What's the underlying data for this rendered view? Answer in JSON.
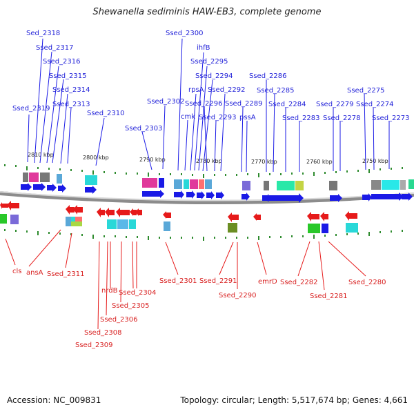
{
  "header": {
    "title": "Shewanella sediminis HAW-EB3, complete genome"
  },
  "footer": {
    "accession": "Accession: NC_009831",
    "summary": "Topology: circular; Length: 5,517,674 bp; Genes: 4,661"
  },
  "ruler": [
    {
      "label": "2810 kbp"
    },
    {
      "label": "2800 kbp"
    },
    {
      "label": "2790 kbp"
    },
    {
      "label": "2780 kbp"
    },
    {
      "label": "2770 kbp"
    },
    {
      "label": "2760 kbp"
    },
    {
      "label": "2750 kbp"
    }
  ],
  "upper_labels": [
    "Sed_2318",
    "Ssed_2317",
    "Ssed_2316",
    "Ssed_2315",
    "Ssed_2314",
    "Ssed_2313",
    "Ssed_2319",
    "Ssed_2310",
    "Ssed_2303",
    "Ssed_2302",
    "Ssed_2300",
    "ihfB",
    "Ssed_2295",
    "Ssed_2294",
    "rpsA",
    "Ssed_2292",
    "Ssed_2296",
    "cmk",
    "Ssed_2293",
    "Ssed_2289",
    "pssA",
    "Ssed_2286",
    "Ssed_2285",
    "Ssed_2284",
    "Ssed_2283",
    "Ssed_2279",
    "Ssed_2278",
    "Ssed_2275",
    "Ssed_2274",
    "Ssed_2273"
  ],
  "lower_labels": [
    "cls",
    "ansA",
    "Ssed_2311",
    "nrdB",
    "Ssed_2304",
    "Ssed_2305",
    "Ssed_2306",
    "Ssed_2308",
    "Ssed_2309",
    "Ssed_2301",
    "Ssed_2291",
    "Ssed_2290",
    "emrD",
    "Ssed_2282",
    "Ssed_2281",
    "Ssed_2280"
  ],
  "colors": {
    "forward": "#1a1ae6",
    "reverse": "#e61a1a",
    "backbone": "#8c8c8c",
    "ticks": "#2e8b2e"
  }
}
